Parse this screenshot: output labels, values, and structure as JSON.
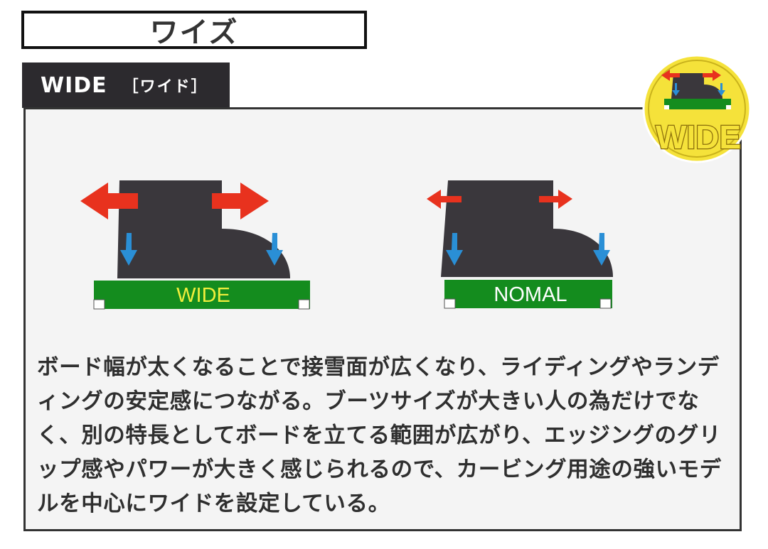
{
  "title": "ワイズ",
  "tab": {
    "main": "WIDE",
    "sub": "［ワイド］"
  },
  "diagrams": [
    {
      "board_label": "WIDE"
    },
    {
      "board_label": "NOMAL"
    }
  ],
  "badge": {
    "label": "WIDE"
  },
  "description": "ボード幅が太くなることで接雪面が広くなり、ライディングやランディングの安定感につながる。ブーツサイズが大きい人の為だけでなく、別の特長としてボードを立てる範囲が広がり、エッジングのグリップ感やパワーが大きく感じられるので、カービング用途の強いモデルを中心にワイドを設定している。",
  "colors": {
    "board_green": "#148c1e",
    "boot_dark": "#3a373c",
    "arrow_red": "#e8321e",
    "arrow_blue": "#2a8fd6",
    "wide_text_yellow": "#f0ee3c",
    "badge_yellow": "#f5e23a"
  }
}
